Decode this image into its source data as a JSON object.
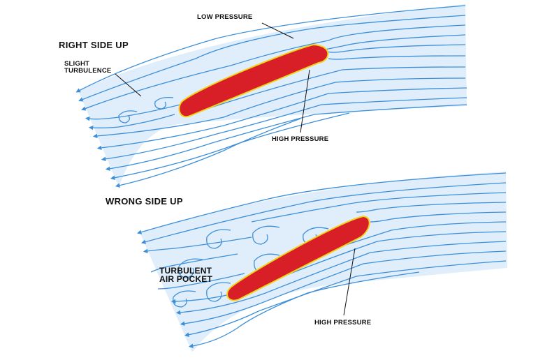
{
  "diagram": {
    "top": {
      "title": "RIGHT SIDE UP",
      "low_pressure": "LOW PRESSURE",
      "slight_turbulence": [
        "SLIGHT",
        "TURBULENCE"
      ],
      "high_pressure": "HIGH PRESSURE"
    },
    "bottom": {
      "title": "WRONG SIDE UP",
      "turbulent_air_pocket": [
        "TURBULENT",
        "AIR POCKET"
      ],
      "high_pressure": "HIGH PRESSURE"
    },
    "colors": {
      "airflow_fill": "#dfeefa",
      "streamline": "#3d8fd9",
      "wing": "#d81e26",
      "wing_outline": "#f2d21b",
      "leader": "#111111"
    }
  }
}
